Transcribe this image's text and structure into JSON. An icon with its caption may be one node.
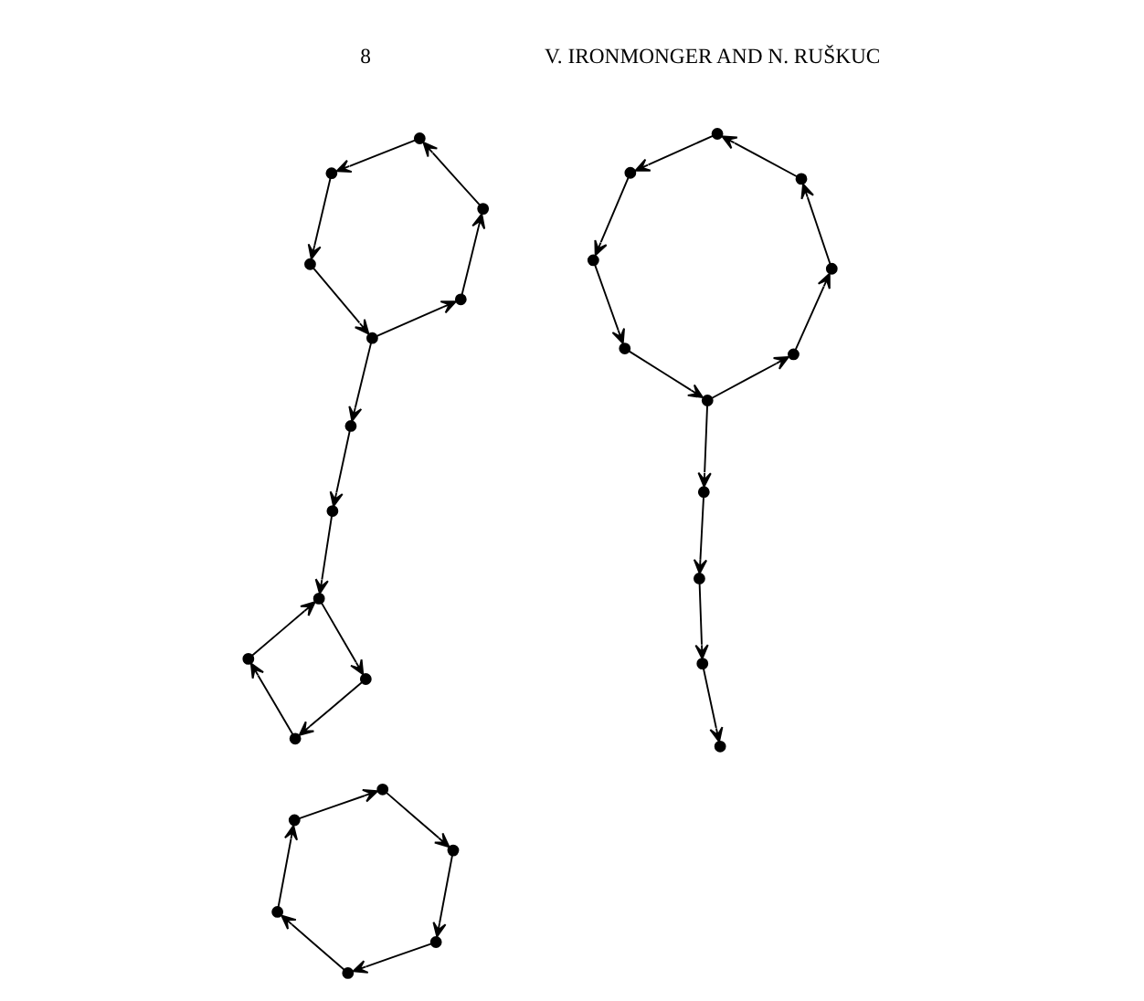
{
  "diagram": {
    "nodes": [
      {
        "text": [],
        "shape": "circle"
      },
      {
        "text": [],
        "shape": "circle"
      },
      {
        "text": [],
        "shape": "circle"
      },
      {
        "text": [],
        "shape": "circle"
      },
      {
        "text": [],
        "shape": "circle"
      },
      {
        "text": [],
        "shape": "circle"
      },
      {
        "text": [],
        "shape": "circle"
      },
      {
        "text": [],
        "shape": "circle"
      },
      {
        "text": [],
        "shape": "circle"
      },
      {
        "text": [],
        "shape": "circle"
      },
      {
        "text": [],
        "shape": "circle"
      },
      {
        "text": [],
        "shape": "circle"
      },
      {
        "text": [],
        "shape": "circle"
      },
      {
        "text": [],
        "shape": "circle"
      },
      {
        "text": [],
        "shape": "circle"
      },
      {
        "text": [],
        "shape": "circle"
      },
      {
        "text": [],
        "shape": "circle"
      },
      {
        "text": [],
        "shape": "circle"
      },
      {
        "text": [],
        "shape": "circle"
      },
      {
        "text": [],
        "shape": "circle"
      },
      {
        "text": [],
        "shape": "circle"
      },
      {
        "text": [],
        "shape": "circle"
      },
      {
        "text": [],
        "shape": "circle"
      },
      {
        "text": [],
        "shape": "circle"
      },
      {
        "text": [],
        "shape": "circle"
      },
      {
        "text": [],
        "shape": "circle"
      },
      {
        "text": [],
        "shape": "circle"
      },
      {
        "text": [],
        "shape": "circle"
      },
      {
        "text": [],
        "shape": "circle"
      },
      {
        "text": [],
        "shape": "circle"
      }
    ],
    "edges": [
      {
        "from": 5,
        "to": 3,
        "arrow": "to"
      },
      {
        "from": 3,
        "to": 1,
        "arrow": "to"
      },
      {
        "from": 1,
        "to": 0,
        "arrow": "to"
      },
      {
        "from": 0,
        "to": 2,
        "arrow": "to"
      },
      {
        "from": 2,
        "to": 4,
        "arrow": "to"
      },
      {
        "from": 4,
        "to": 5,
        "arrow": "to"
      },
      {
        "from": 5,
        "to": 6,
        "arrow": "to"
      },
      {
        "from": 6,
        "to": 7,
        "arrow": "to"
      },
      {
        "from": 7,
        "to": 8,
        "arrow": "to"
      },
      {
        "from": 8,
        "to": 10,
        "arrow": "to"
      },
      {
        "from": 10,
        "to": 11,
        "arrow": "to"
      },
      {
        "from": 11,
        "to": 9,
        "arrow": "to"
      },
      {
        "from": 9,
        "to": 8,
        "arrow": "to"
      },
      {
        "from": 19,
        "to": 17,
        "arrow": "to"
      },
      {
        "from": 17,
        "to": 15,
        "arrow": "to"
      },
      {
        "from": 15,
        "to": 13,
        "arrow": "to"
      },
      {
        "from": 13,
        "to": 12,
        "arrow": "to"
      },
      {
        "from": 12,
        "to": 14,
        "arrow": "to"
      },
      {
        "from": 14,
        "to": 16,
        "arrow": "to"
      },
      {
        "from": 16,
        "to": 18,
        "arrow": "to"
      },
      {
        "from": 18,
        "to": 19,
        "arrow": "to"
      },
      {
        "from": 19,
        "to": 20,
        "arrow": "to"
      },
      {
        "from": 20,
        "to": 21,
        "arrow": "to"
      },
      {
        "from": 21,
        "to": 22,
        "arrow": "to"
      },
      {
        "from": 22,
        "to": 23,
        "arrow": "to"
      },
      {
        "from": 29,
        "to": 27,
        "arrow": "to"
      },
      {
        "from": 27,
        "to": 25,
        "arrow": "to"
      },
      {
        "from": 25,
        "to": 24,
        "arrow": "to"
      },
      {
        "from": 24,
        "to": 26,
        "arrow": "to"
      },
      {
        "from": 26,
        "to": 28,
        "arrow": "to"
      },
      {
        "from": 28,
        "to": 29,
        "arrow": "to"
      }
    ],
    "labels": [
      "8",
      "V. IRONMONGER AND N. RUŠKUC"
    ]
  }
}
